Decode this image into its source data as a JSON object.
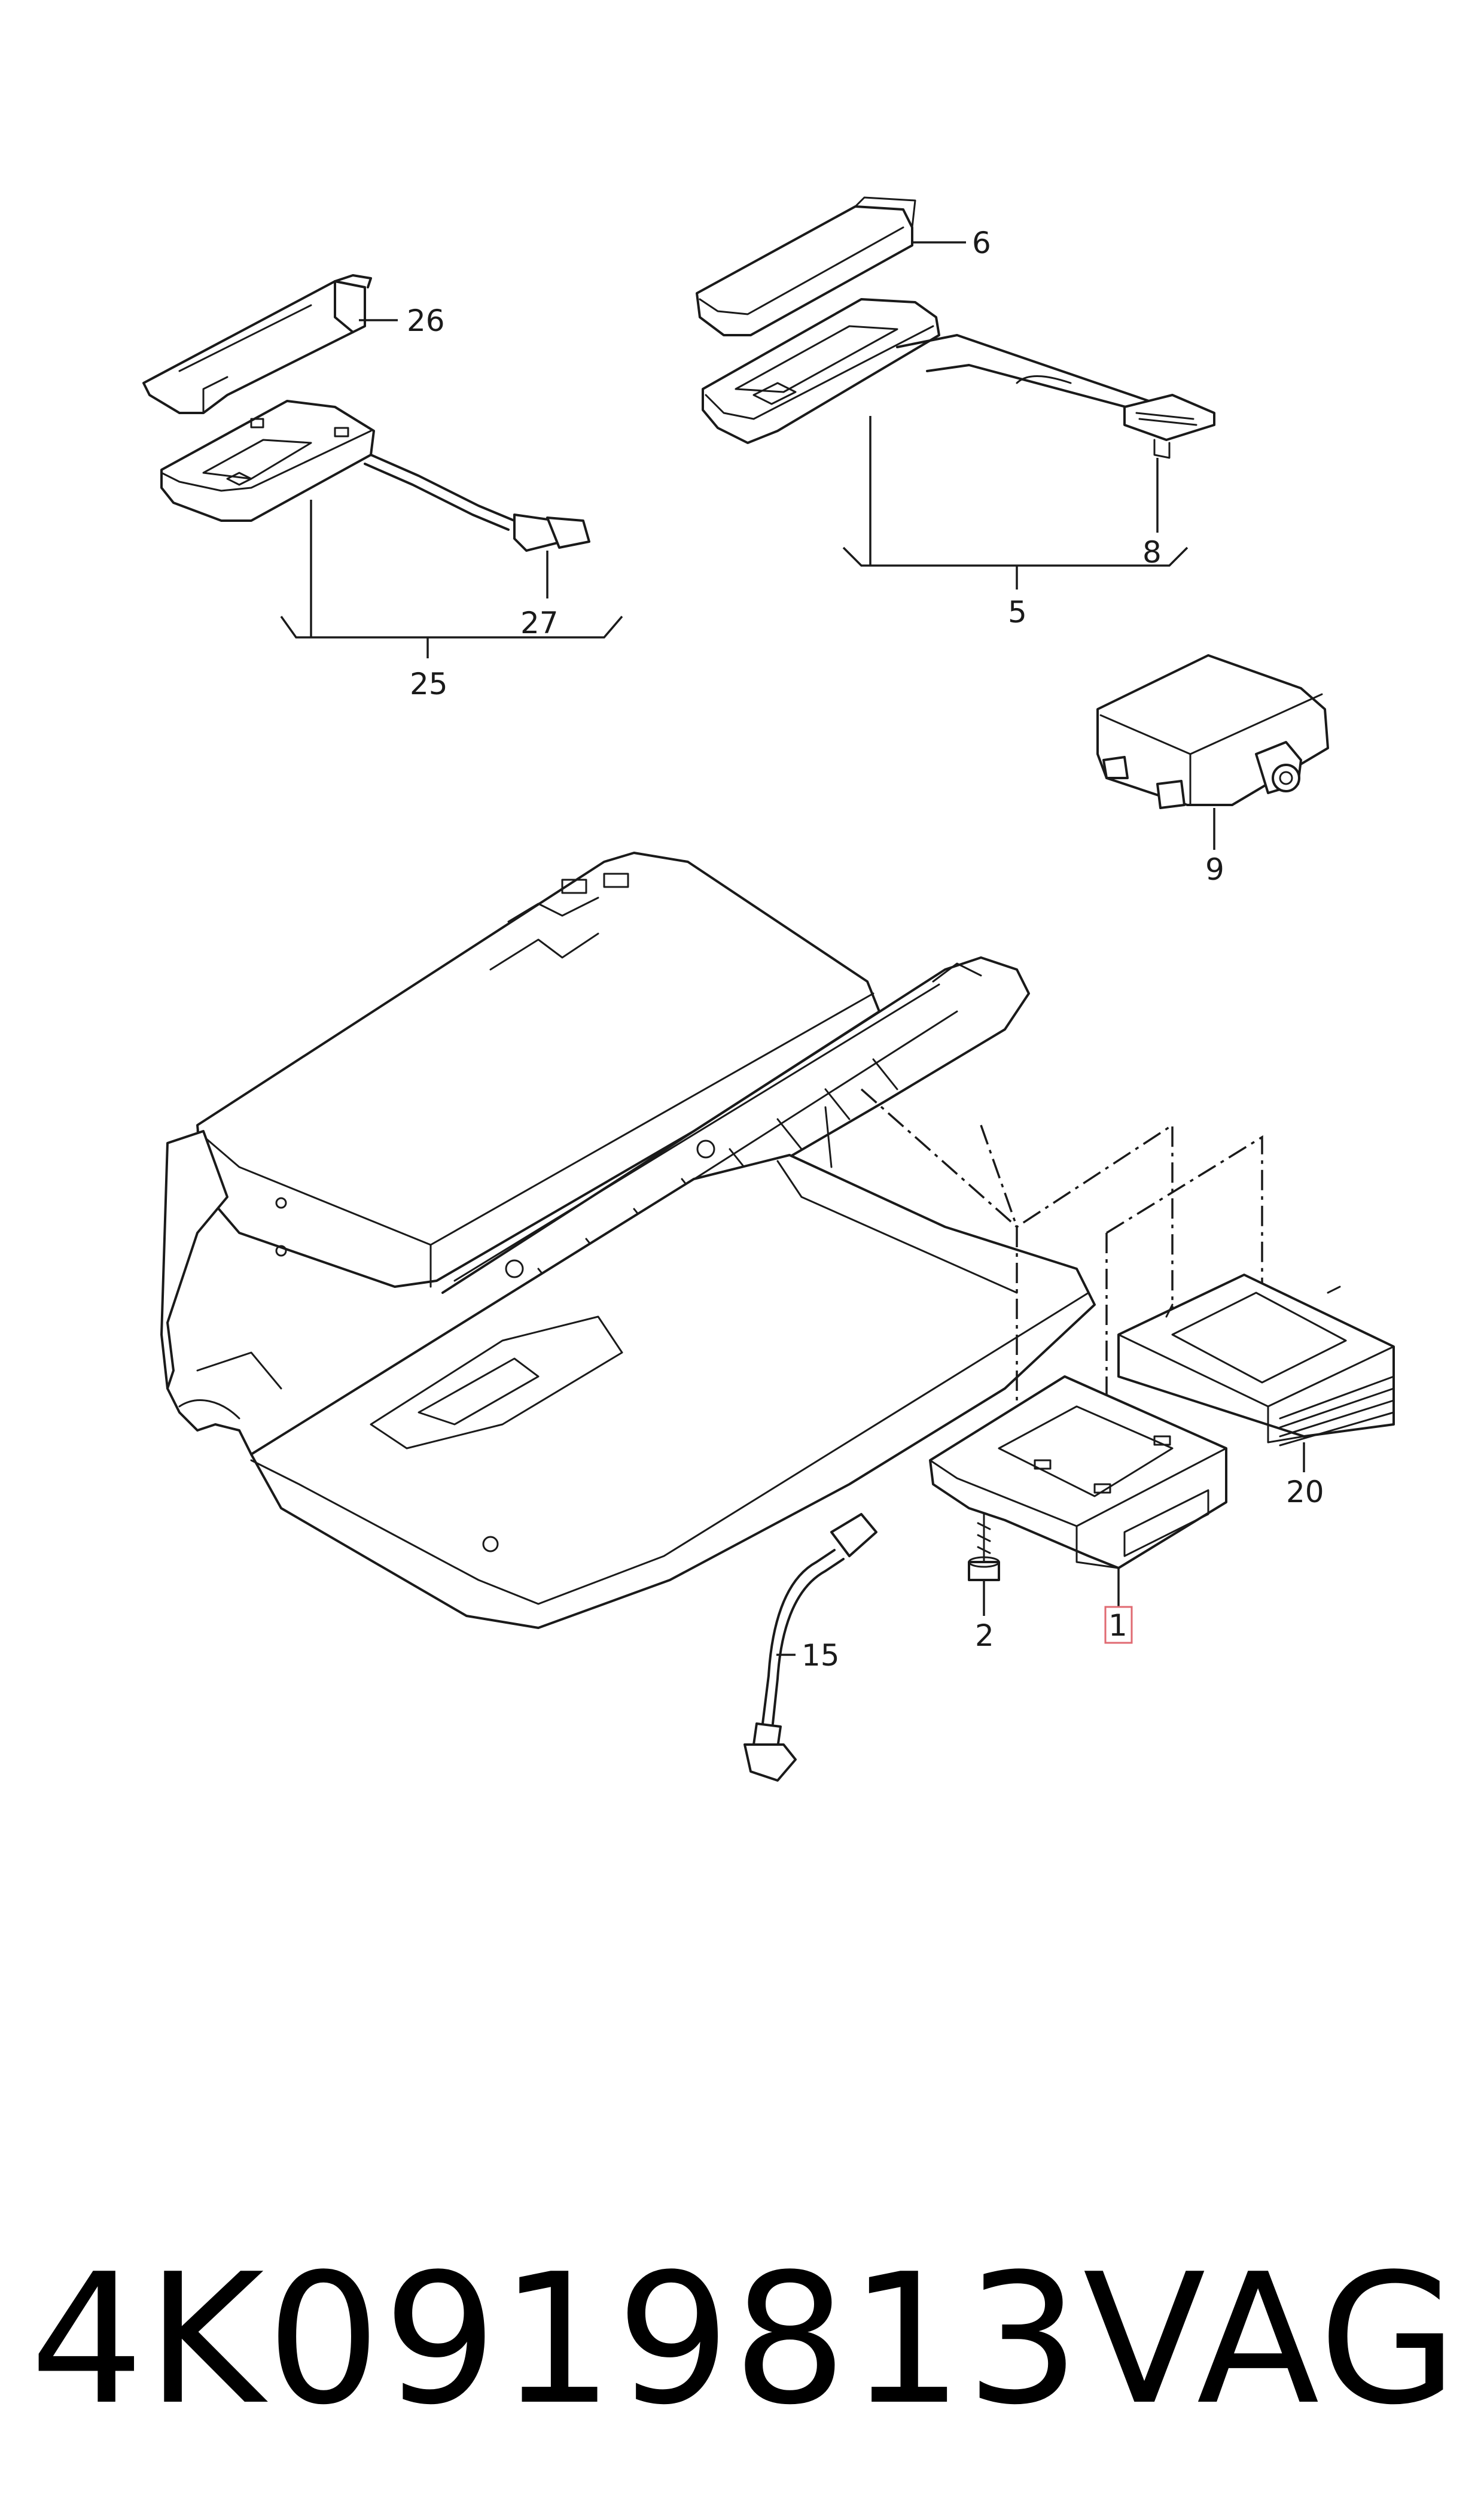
{
  "callouts": {
    "c1": "1",
    "c2": "2",
    "c5": "5",
    "c6": "6",
    "c8": "8",
    "c9": "9",
    "c15": "15",
    "c20": "20",
    "c25": "25",
    "c26": "26",
    "c27": "27"
  },
  "highlighted_callout": "1",
  "highlight_color": "#e06a72",
  "footer": {
    "part_number": "4K0919813",
    "brand": "VAG"
  }
}
